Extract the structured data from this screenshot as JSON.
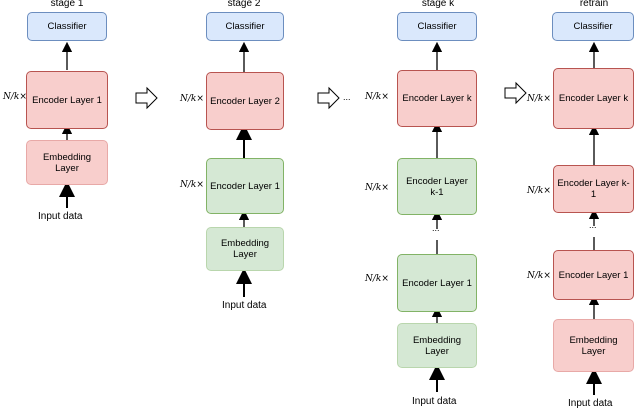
{
  "stages": [
    {
      "title": "stage 1",
      "classifier": "Classifier",
      "repeat_label": "N/k×",
      "encoders": [
        "Encoder Layer 1"
      ],
      "embedding": "Embedding Layer",
      "input": "Input data"
    },
    {
      "title": "stage 2",
      "classifier": "Classifier",
      "repeat_label": "N/k×",
      "encoders": [
        "Encoder Layer 2",
        "Encoder Layer 1"
      ],
      "embedding": "Embedding Layer",
      "input": "Input data"
    },
    {
      "title": "stage k",
      "classifier": "Classifier",
      "repeat_label": "N/k×",
      "encoders": [
        "Encoder Layer k",
        "Encoder Layer k-1",
        "Encoder Layer 1"
      ],
      "dots_between": "...",
      "embedding": "Embedding Layer",
      "input": "Input data"
    },
    {
      "title": "retrain",
      "classifier": "Classifier",
      "repeat_label": "N/k×",
      "encoders": [
        "Encoder Layer k",
        "Encoder Layer k-1",
        "Encoder Layer 1"
      ],
      "dots_between": "...",
      "embedding": "Embedding Layer",
      "input": "Input data"
    }
  ],
  "ellipsis_between_stages": "...",
  "colors": {
    "classifier_fill": "#dae8fc",
    "active_fill": "#f8cecc",
    "frozen_fill": "#d5e8d4"
  }
}
